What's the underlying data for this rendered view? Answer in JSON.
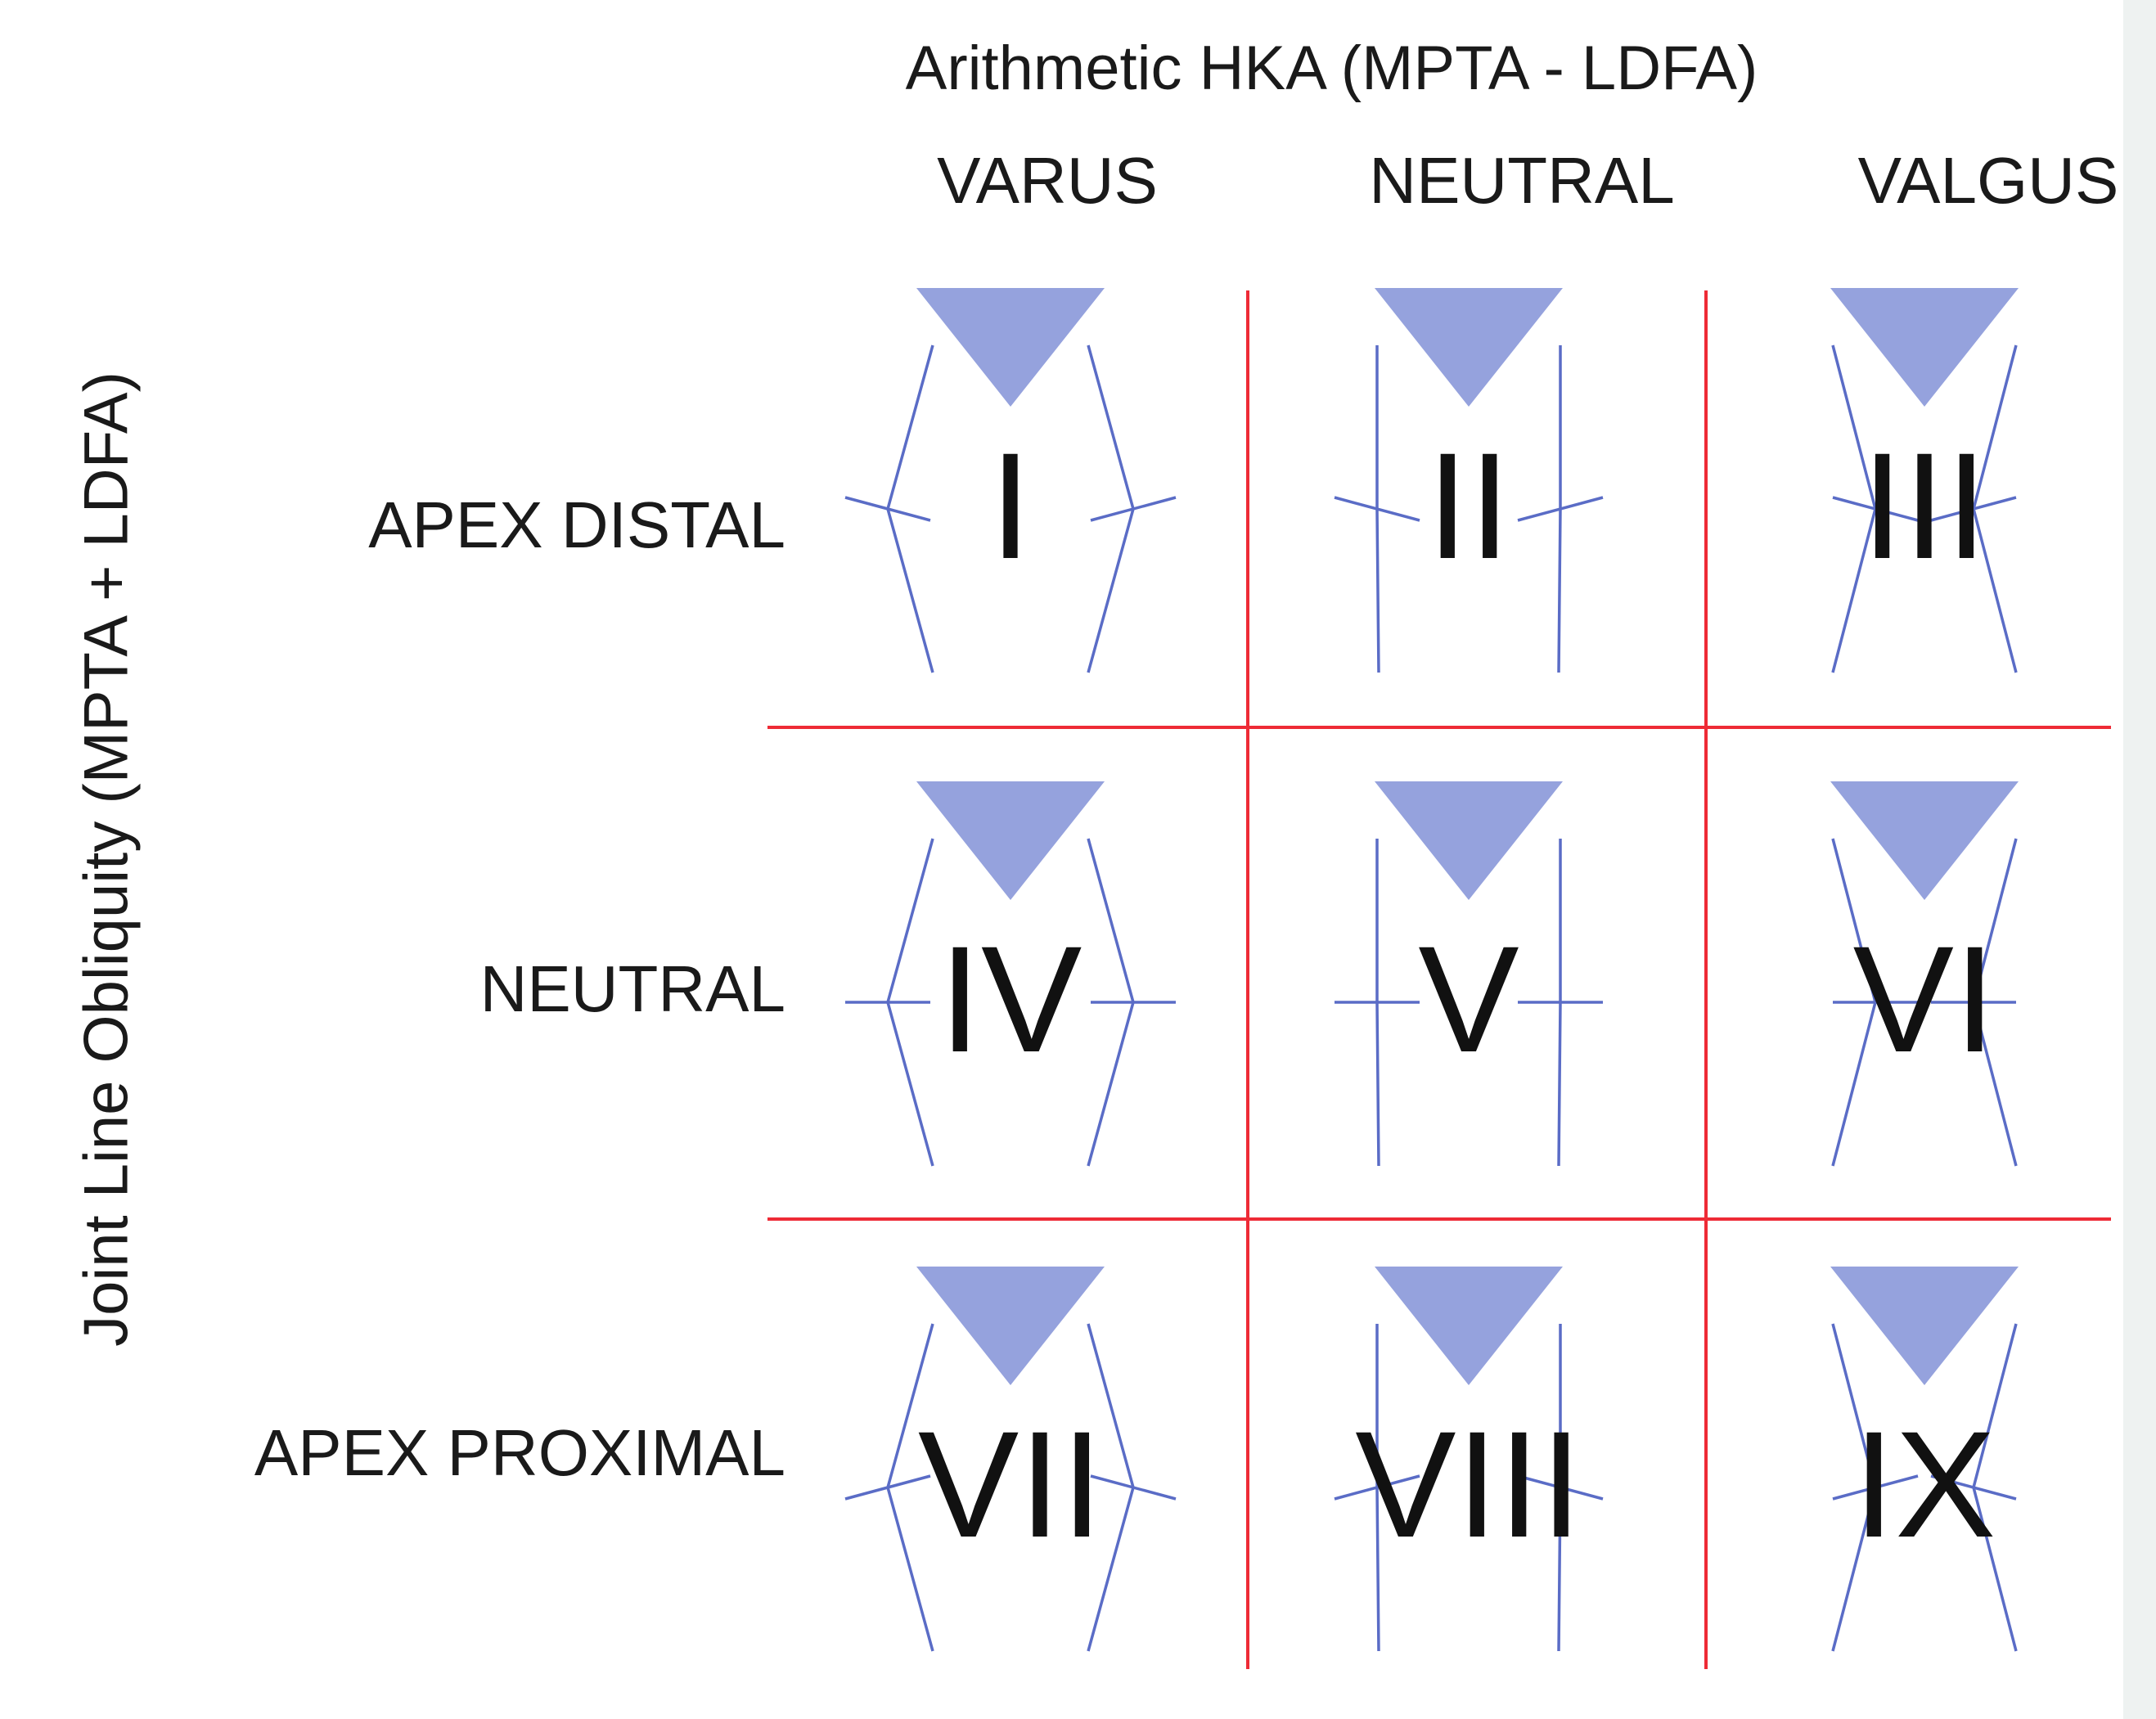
{
  "figure": {
    "title": "Arithmetic HKA (MPTA - LDFA)",
    "y_axis_label": "Joint Line Obliquity (MPTA + LDFA)",
    "columns": [
      "VARUS",
      "NEUTRAL",
      "VALGUS"
    ],
    "rows": [
      "APEX DISTAL",
      "NEUTRAL",
      "APEX PROXIMAL"
    ],
    "cells": [
      {
        "label": "I"
      },
      {
        "label": "II"
      },
      {
        "label": "III"
      },
      {
        "label": "IV"
      },
      {
        "label": "V"
      },
      {
        "label": "VI"
      },
      {
        "label": "VII"
      },
      {
        "label": "VIII"
      },
      {
        "label": "IX"
      }
    ],
    "colors": {
      "grid_line": "#ee2b36",
      "leg_line": "#5a6cc6",
      "triangle_fill": "#95a2dd",
      "numeral": "#111111"
    }
  }
}
